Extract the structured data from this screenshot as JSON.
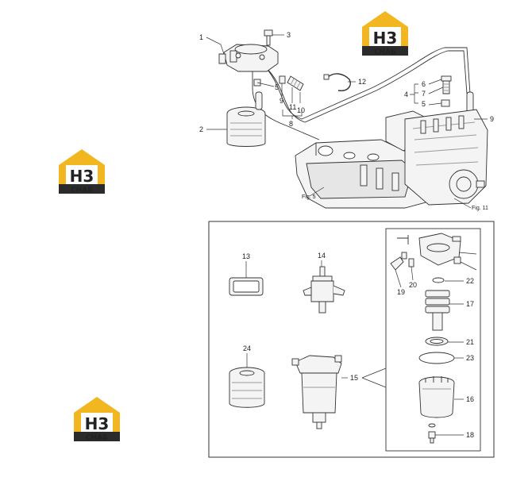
{
  "brand": {
    "logo_letters": "H3",
    "logo_tag": "CHAБ",
    "colors": {
      "gold": "#f2b620",
      "dark": "#2b2b2b",
      "white": "#ffffff"
    }
  },
  "callouts": {
    "c1": "1",
    "c2": "2",
    "c3": "3",
    "c4": "4",
    "c5a": "5",
    "c5b": "5",
    "c6": "6",
    "c7": "7",
    "c8": "8",
    "c9a": "9",
    "c9b": "9",
    "c10": "10",
    "c11": "11",
    "c12": "12",
    "c13": "13",
    "c14": "14",
    "c15": "15",
    "c16": "16",
    "c17": "17",
    "c18": "18",
    "c19": "19",
    "c20": "20",
    "c21": "21",
    "c22": "22",
    "c23": "23",
    "c24": "24"
  },
  "figure_refs": {
    "fig5": "Fig. 5",
    "fig11": "Fig. 11"
  },
  "colors": {
    "line": "#333333",
    "part_fill": "#f4f4f4",
    "shade": "#9a9a9a"
  }
}
